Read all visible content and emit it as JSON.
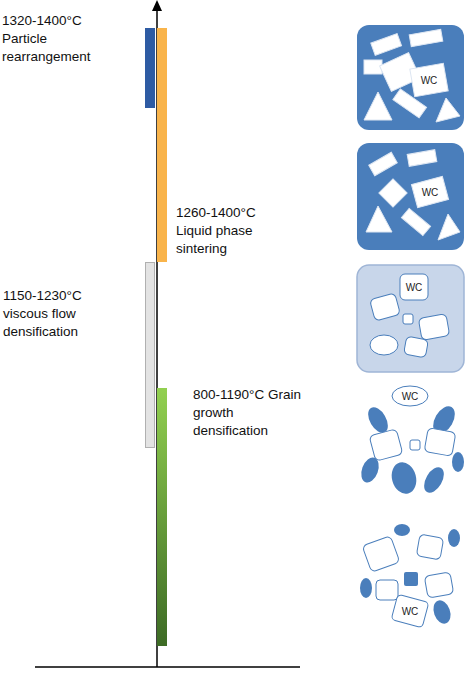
{
  "diagram": {
    "nodes": [
      {
        "text": [
          "1320-1400°C Particle rearrangement"
        ]
      },
      {
        "text": [
          "1260-1400°C Liquid phase sintering"
        ]
      },
      {
        "text": [
          "1150-1230°C viscous flow densification"
        ]
      },
      {
        "text": [
          "800-1190°C Grain growth densification"
        ]
      }
    ],
    "labels": [
      "WC",
      "WC",
      "WC",
      "WC",
      "WC"
    ]
  }
}
